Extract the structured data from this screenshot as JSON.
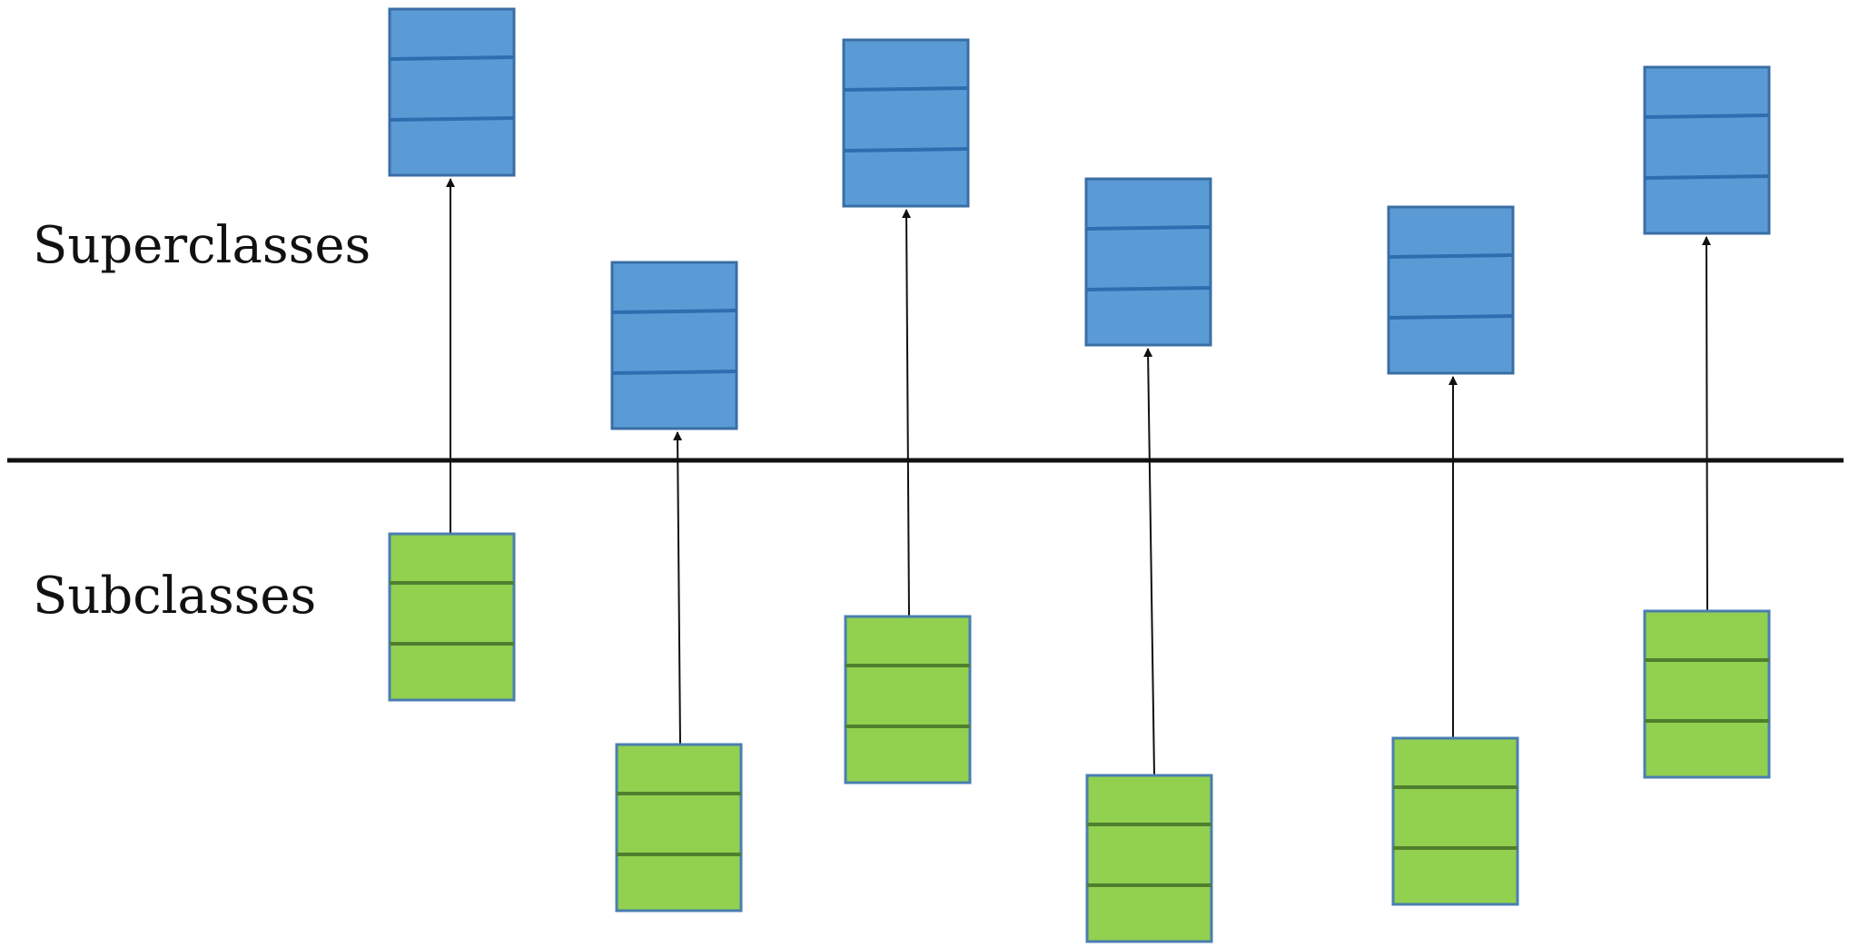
{
  "labels": {
    "superclasses": "Superclasses",
    "subclasses": "Subclasses"
  },
  "colors": {
    "superclass_fill": "#5B9BD5",
    "superclass_stroke": "#3A6EA5",
    "superclass_divider": "#2E6DAF",
    "subclass_fill": "#92D050",
    "subclass_stroke": "#4A7EB0",
    "subclass_divider": "#4E7F2E",
    "divider_line": "#111111",
    "arrow": "#111111"
  },
  "pairs": [
    {
      "superclass": "class-box",
      "subclass": "class-box"
    },
    {
      "superclass": "class-box",
      "subclass": "class-box"
    },
    {
      "superclass": "class-box",
      "subclass": "class-box"
    },
    {
      "superclass": "class-box",
      "subclass": "class-box"
    },
    {
      "superclass": "class-box",
      "subclass": "class-box"
    },
    {
      "superclass": "class-box",
      "subclass": "class-box"
    }
  ]
}
